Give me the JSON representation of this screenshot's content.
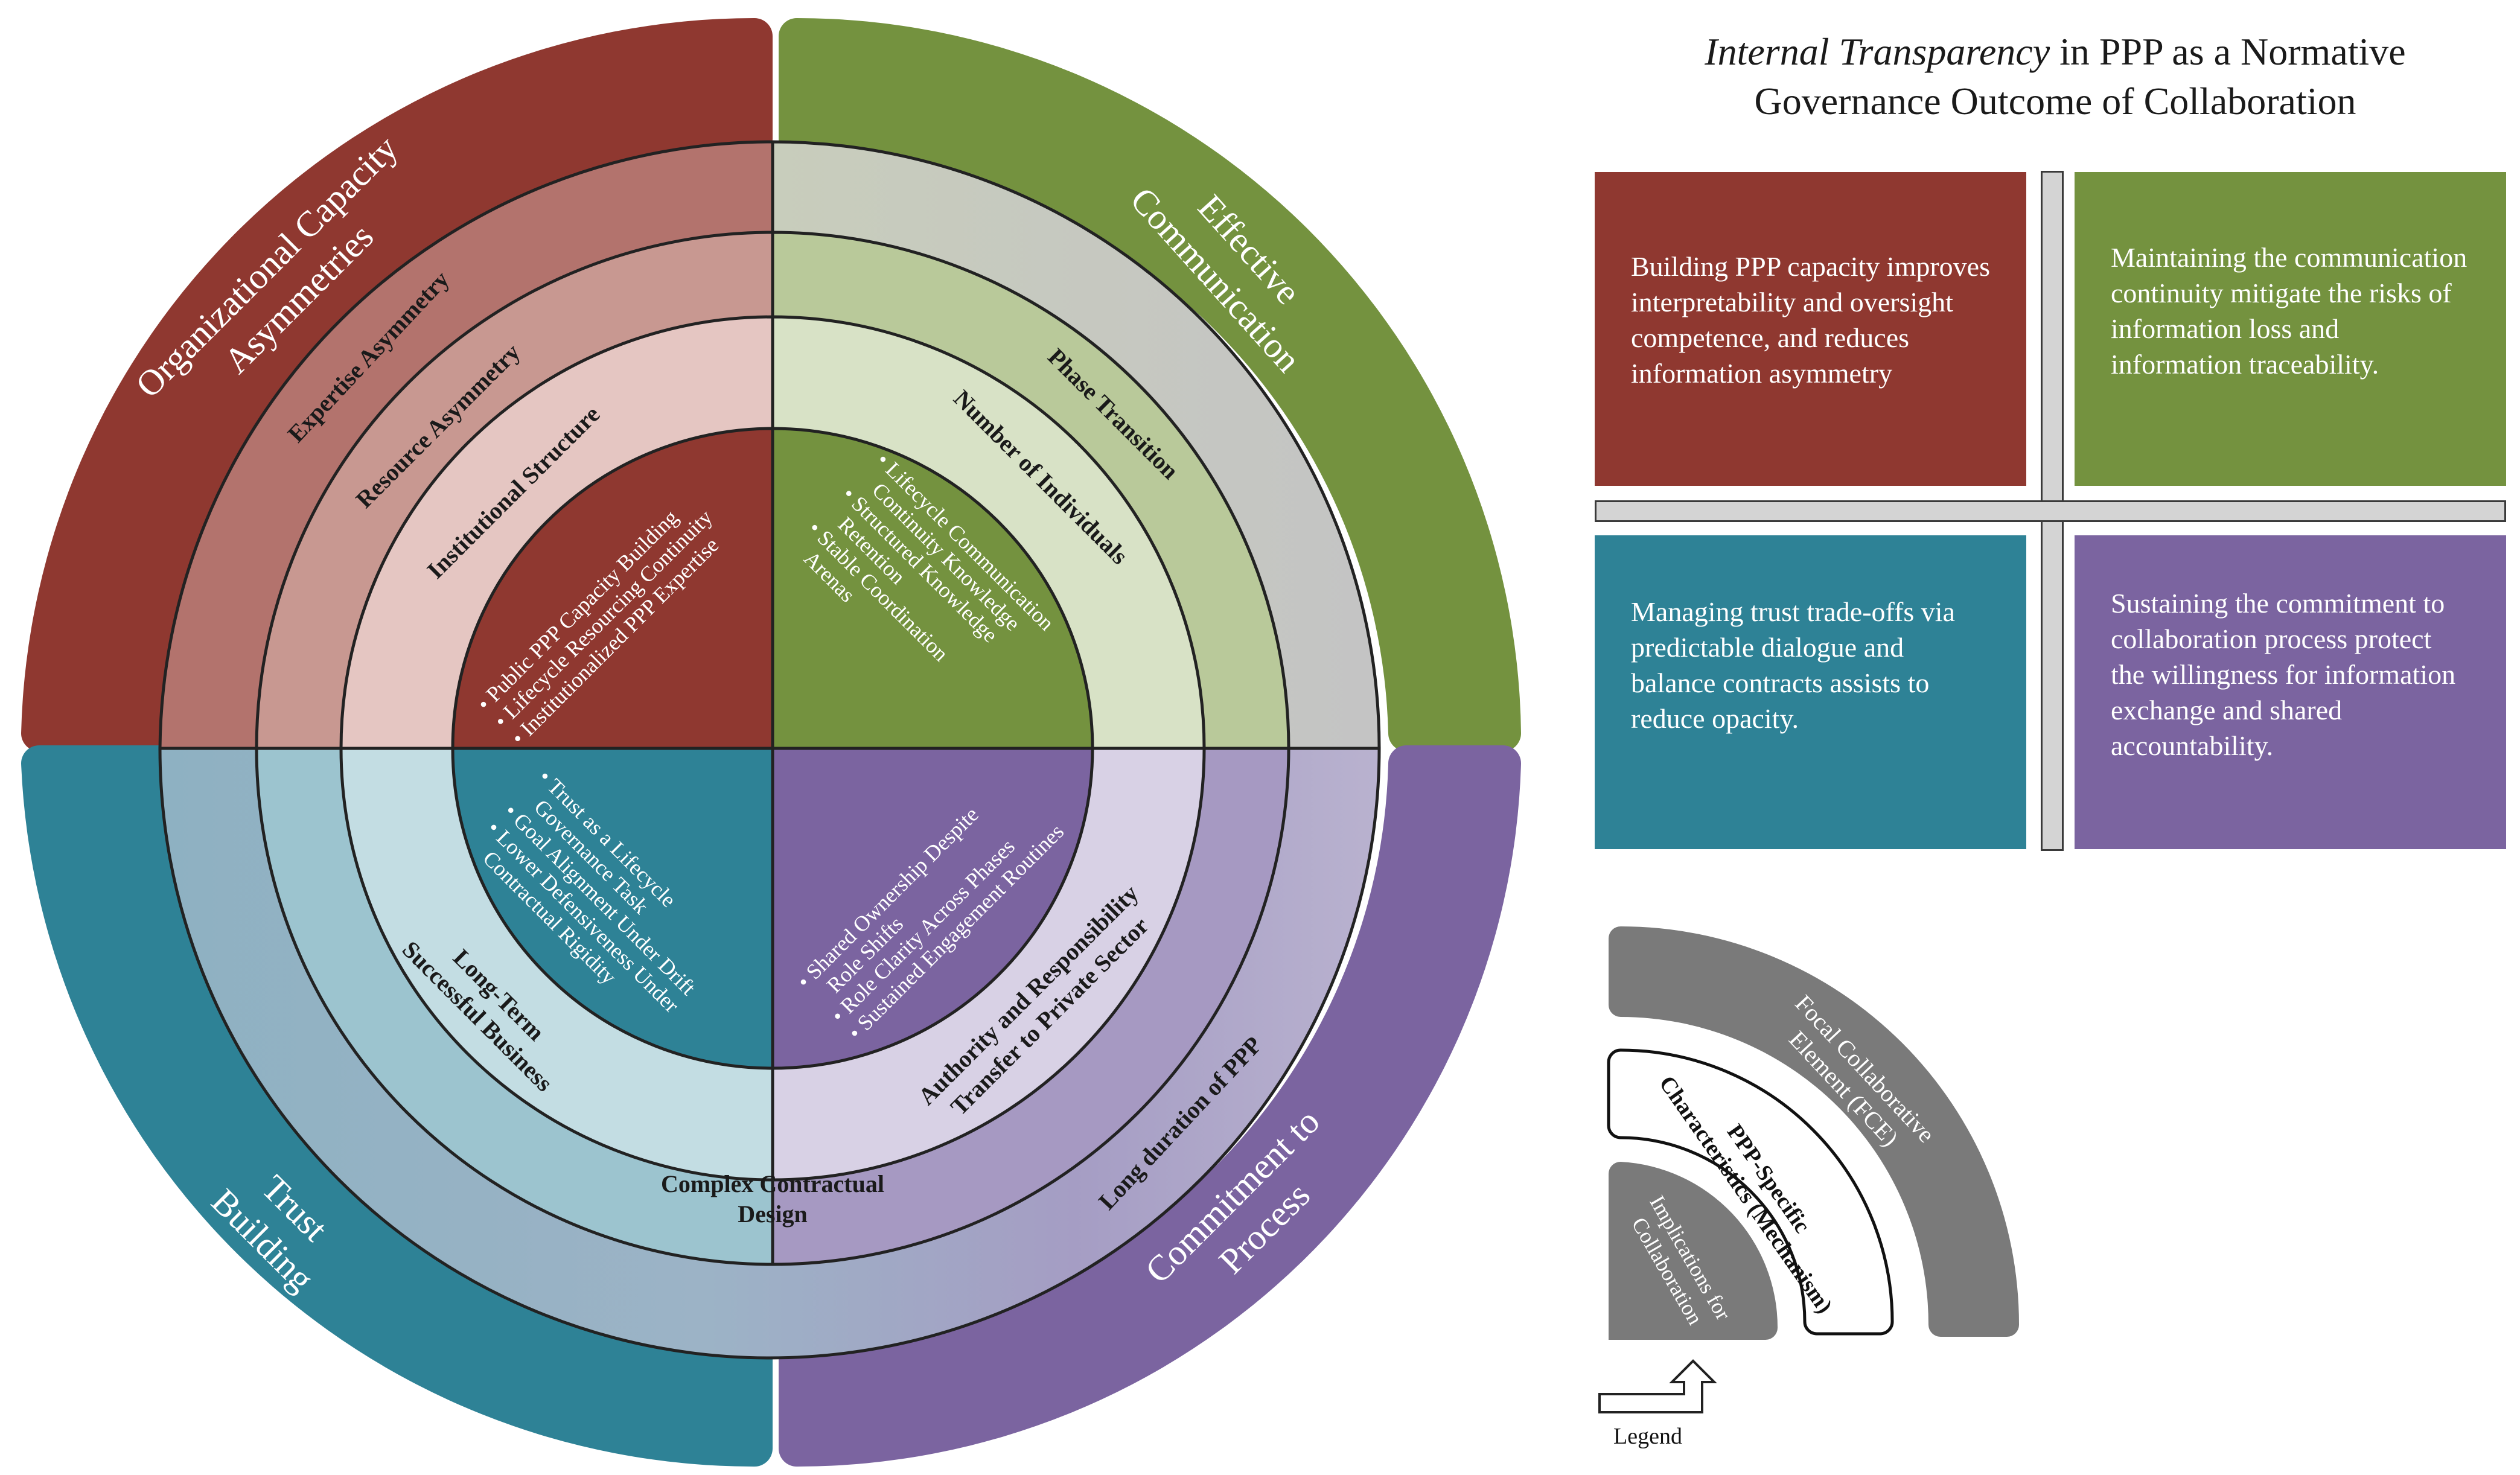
{
  "title": {
    "italic_part": "Internal Transparency",
    "line1_rest": " in PPP as a Normative",
    "line2": "Governance Outcome of Collaboration"
  },
  "colors": {
    "red": "#8f3830",
    "green": "#74923f",
    "teal": "#2e8296",
    "purple": "#7b64a0",
    "legend_gray": "#7a7a7a"
  },
  "outer_ring": {
    "red": [
      "Organizational Capacity",
      "Asymmetries"
    ],
    "green": [
      "Effective",
      "Communication"
    ],
    "teal": [
      "Trust",
      "Building"
    ],
    "purple": [
      "Commitment to",
      "Process"
    ]
  },
  "ring1": {
    "red": "Expertise Asymmetry",
    "green": "",
    "teal": "",
    "purple": "Long duration of PPP",
    "bottom_center": [
      "Complex Contractual",
      "Design"
    ]
  },
  "ring2": {
    "red": "Resource Asymmetry",
    "green": "Phase Transition",
    "teal": [
      "Long-Term",
      "Successful Business"
    ],
    "purple": ""
  },
  "ring3": {
    "red": "Institutional Structure",
    "green": "Number of Individuals",
    "teal": "",
    "purple": [
      "Authority and Responsibility",
      "Transfer to Private Sector"
    ]
  },
  "inner": {
    "red": [
      "Public PPP Capacity Building",
      "Lifecycle Resourcing Continuity",
      "Institutionalized PPP Expertise"
    ],
    "green": [
      "Lifecycle Communication",
      "Continuity Knowledge",
      "Structured Knowledge",
      "Retention",
      "Stable Coordination",
      "Arenas"
    ],
    "teal": [
      "Trust as a Lifecycle",
      "Governance Task",
      "Goal Alignment Under Drift",
      "Lower Defensiveness Under",
      "Contractual Rigidity"
    ],
    "purple": [
      "Shared Ownership Despite",
      "Role Shifts",
      "Role Clarity Across Phases",
      "Sustained Engagement Routines"
    ]
  },
  "quadrants": {
    "red": "Building PPP capacity improves interpretability and oversight competence, and reduces information asymmetry",
    "green": "Maintaining the communication continuity mitigate the risks of information loss and information traceability.",
    "teal": "Managing trust trade-offs via predictable dialogue and balance contracts assists to reduce opacity.",
    "purple": "Sustaining the commitment to collaboration process protect the willingness for information exchange and shared accountability."
  },
  "legend": {
    "outer": [
      "Focal Collaborative",
      "Element (FCE)"
    ],
    "middle": [
      "PPP-Specific",
      "Characteristics (Mechanism)"
    ],
    "inner": [
      "Implications for",
      "Collaboration"
    ],
    "label": "Legend"
  }
}
